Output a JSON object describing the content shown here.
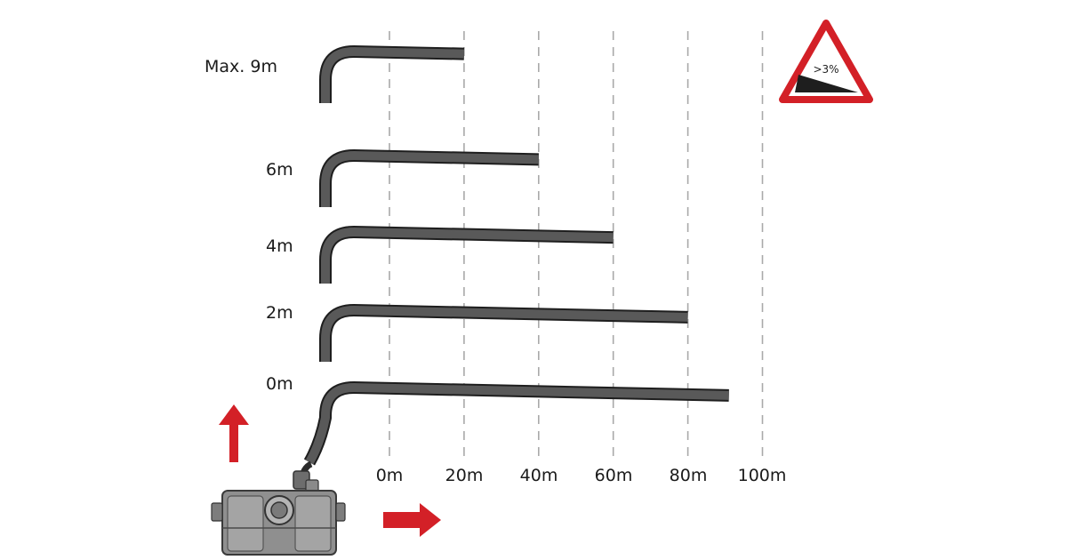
{
  "diagram": {
    "height_labels": [
      "Max. 9m",
      "6m",
      "4m",
      "2m",
      "0m"
    ],
    "distance_ticks": [
      "0m",
      "20m",
      "40m",
      "60m",
      "80m",
      "100m"
    ],
    "pipes": [
      {
        "height_m": 9,
        "length_m": 20
      },
      {
        "height_m": 6,
        "length_m": 40
      },
      {
        "height_m": 4,
        "length_m": 60
      },
      {
        "height_m": 2,
        "length_m": 80
      },
      {
        "height_m": 0,
        "length_m": 91
      }
    ],
    "slope_sign_text": ">3%",
    "colors": {
      "pipe": "#1e1e1e",
      "grid": "#a9a9a9",
      "arrow": "#d32027",
      "sign_border": "#d32027"
    }
  }
}
